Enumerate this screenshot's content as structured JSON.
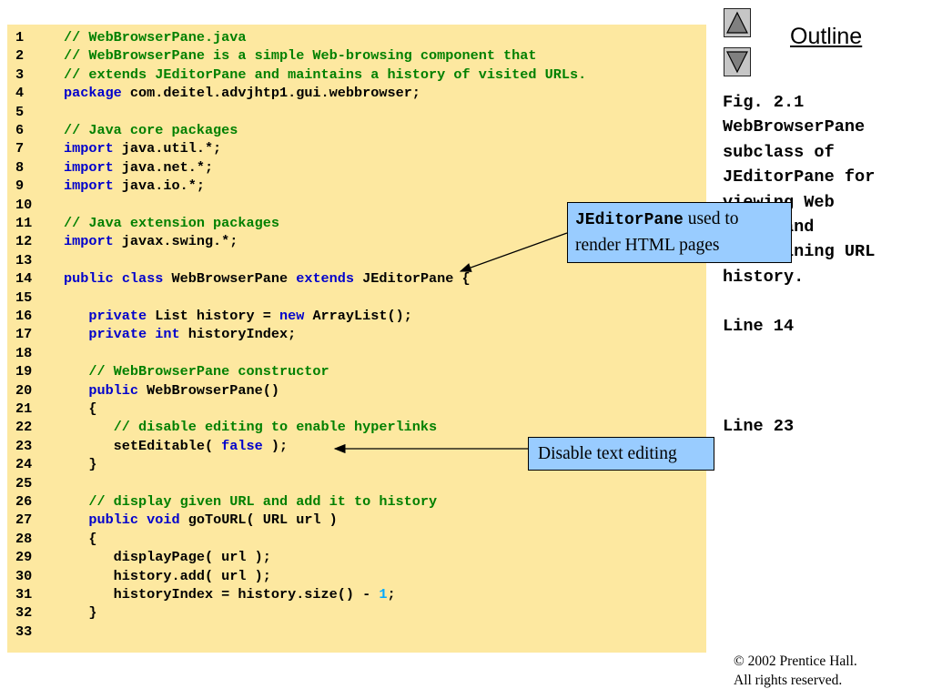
{
  "code_lines": [
    {
      "num": "1",
      "tokens": [
        {
          "t": "com",
          "s": "// WebBrowserPane.java"
        }
      ]
    },
    {
      "num": "2",
      "tokens": [
        {
          "t": "com",
          "s": "// WebBrowserPane is a simple Web-browsing component that"
        }
      ]
    },
    {
      "num": "3",
      "tokens": [
        {
          "t": "com",
          "s": "// extends JEditorPane and maintains a history of visited URLs."
        }
      ]
    },
    {
      "num": "4",
      "tokens": [
        {
          "t": "kw",
          "s": "package"
        },
        {
          "t": "txt",
          "s": " com.deitel.advjhtp1.gui.webbrowser;"
        }
      ]
    },
    {
      "num": "5",
      "tokens": []
    },
    {
      "num": "6",
      "tokens": [
        {
          "t": "com",
          "s": "// Java core packages"
        }
      ]
    },
    {
      "num": "7",
      "tokens": [
        {
          "t": "kw",
          "s": "import"
        },
        {
          "t": "txt",
          "s": " java.util.*;"
        }
      ]
    },
    {
      "num": "8",
      "tokens": [
        {
          "t": "kw",
          "s": "import"
        },
        {
          "t": "txt",
          "s": " java.net.*;"
        }
      ]
    },
    {
      "num": "9",
      "tokens": [
        {
          "t": "kw",
          "s": "import"
        },
        {
          "t": "txt",
          "s": " java.io.*;"
        }
      ]
    },
    {
      "num": "10",
      "tokens": []
    },
    {
      "num": "11",
      "tokens": [
        {
          "t": "com",
          "s": "// Java extension packages"
        }
      ]
    },
    {
      "num": "12",
      "tokens": [
        {
          "t": "kw",
          "s": "import"
        },
        {
          "t": "txt",
          "s": " javax.swing.*;"
        }
      ]
    },
    {
      "num": "13",
      "tokens": []
    },
    {
      "num": "14",
      "tokens": [
        {
          "t": "kw",
          "s": "public"
        },
        {
          "t": "txt",
          "s": " "
        },
        {
          "t": "kw",
          "s": "class"
        },
        {
          "t": "txt",
          "s": " WebBrowserPane "
        },
        {
          "t": "kw",
          "s": "extends"
        },
        {
          "t": "txt",
          "s": " JEditorPane {"
        }
      ]
    },
    {
      "num": "15",
      "tokens": []
    },
    {
      "num": "16",
      "tokens": [
        {
          "t": "txt",
          "s": "   "
        },
        {
          "t": "kw",
          "s": "private"
        },
        {
          "t": "txt",
          "s": " List history = "
        },
        {
          "t": "kw",
          "s": "new"
        },
        {
          "t": "txt",
          "s": " ArrayList();"
        }
      ]
    },
    {
      "num": "17",
      "tokens": [
        {
          "t": "txt",
          "s": "   "
        },
        {
          "t": "kw",
          "s": "private"
        },
        {
          "t": "txt",
          "s": " "
        },
        {
          "t": "kw",
          "s": "int"
        },
        {
          "t": "txt",
          "s": " historyIndex;"
        }
      ]
    },
    {
      "num": "18",
      "tokens": []
    },
    {
      "num": "19",
      "tokens": [
        {
          "t": "txt",
          "s": "   "
        },
        {
          "t": "com",
          "s": "// WebBrowserPane constructor"
        }
      ]
    },
    {
      "num": "20",
      "tokens": [
        {
          "t": "txt",
          "s": "   "
        },
        {
          "t": "kw",
          "s": "public"
        },
        {
          "t": "txt",
          "s": " WebBrowserPane()"
        }
      ]
    },
    {
      "num": "21",
      "tokens": [
        {
          "t": "txt",
          "s": "   {"
        }
      ]
    },
    {
      "num": "22",
      "tokens": [
        {
          "t": "txt",
          "s": "      "
        },
        {
          "t": "com",
          "s": "// disable editing to enable hyperlinks"
        }
      ]
    },
    {
      "num": "23",
      "tokens": [
        {
          "t": "txt",
          "s": "      setEditable( "
        },
        {
          "t": "kw",
          "s": "false"
        },
        {
          "t": "txt",
          "s": " );"
        }
      ]
    },
    {
      "num": "24",
      "tokens": [
        {
          "t": "txt",
          "s": "   }"
        }
      ]
    },
    {
      "num": "25",
      "tokens": []
    },
    {
      "num": "26",
      "tokens": [
        {
          "t": "txt",
          "s": "   "
        },
        {
          "t": "com",
          "s": "// display given URL and add it to history"
        }
      ]
    },
    {
      "num": "27",
      "tokens": [
        {
          "t": "txt",
          "s": "   "
        },
        {
          "t": "kw",
          "s": "public"
        },
        {
          "t": "txt",
          "s": " "
        },
        {
          "t": "kw",
          "s": "void"
        },
        {
          "t": "txt",
          "s": " goToURL( URL url )"
        }
      ]
    },
    {
      "num": "28",
      "tokens": [
        {
          "t": "txt",
          "s": "   {"
        }
      ]
    },
    {
      "num": "29",
      "tokens": [
        {
          "t": "txt",
          "s": "      displayPage( url );"
        }
      ]
    },
    {
      "num": "30",
      "tokens": [
        {
          "t": "txt",
          "s": "      history.add( url );"
        }
      ]
    },
    {
      "num": "31",
      "tokens": [
        {
          "t": "txt",
          "s": "      historyIndex = history.size() - "
        },
        {
          "t": "num",
          "s": "1"
        },
        {
          "t": "txt",
          "s": ";"
        }
      ]
    },
    {
      "num": "32",
      "tokens": [
        {
          "t": "txt",
          "s": "   }"
        }
      ]
    },
    {
      "num": "33",
      "tokens": []
    }
  ],
  "nav": {
    "outline_label": "Outline",
    "up_icon": "up-triangle-icon",
    "down_icon": "down-triangle-icon"
  },
  "sidebar": {
    "caption_lines": [
      "Fig. 2.1",
      "WebBrowserPane",
      "subclass of",
      "JEditorPane for",
      "viewing Web",
      "pages and",
      "maintaining URL",
      "history."
    ],
    "line_refs": [
      "Line 14",
      "Line 23"
    ]
  },
  "callouts": {
    "jeditor": {
      "code_part": "JEditorPane",
      "text_1": " used to",
      "text_2": "render HTML pages"
    },
    "disable": {
      "text": "Disable text editing"
    }
  },
  "footer": {
    "copyright_symbol": "©",
    "line1": " 2002 Prentice Hall.",
    "line2": "All rights reserved."
  },
  "colors": {
    "code_background": "#fde8a0",
    "comment": "#008000",
    "keyword": "#0000cc",
    "number": "#00aaff",
    "callout_fill": "#99ccff"
  }
}
